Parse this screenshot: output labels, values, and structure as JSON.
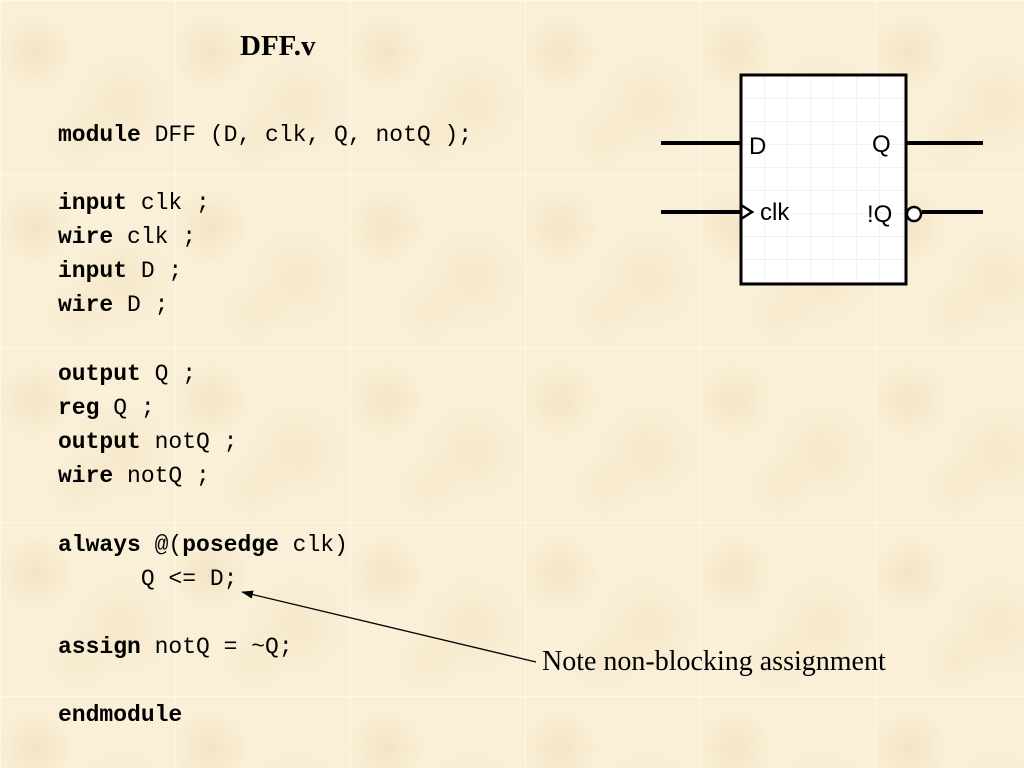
{
  "slide": {
    "title": "DFF.v",
    "note": "Note non-blocking assignment"
  },
  "code": {
    "l1": {
      "kw": "module",
      "rest": " DFF (D, clk, Q, notQ );"
    },
    "l2": {
      "kw": "input",
      "rest": " clk ;"
    },
    "l3": {
      "kw": "wire",
      "rest": " clk ;"
    },
    "l4": {
      "kw": "input",
      "rest": " D ;"
    },
    "l5": {
      "kw": "wire",
      "rest": " D ;"
    },
    "l6": {
      "kw": "output",
      "rest": " Q ;"
    },
    "l7": {
      "kw": "reg",
      "rest": " Q ;"
    },
    "l8": {
      "kw": "output",
      "rest": " notQ ;"
    },
    "l9": {
      "kw": "wire",
      "rest": " notQ ;"
    },
    "l10": {
      "kw": "always",
      "mid": " @(",
      "kw2": "posedge",
      "rest": " clk)"
    },
    "l11": {
      "text": "      Q <= D;"
    },
    "l12": {
      "kw": "assign",
      "rest": " notQ = ~Q;"
    },
    "l13": {
      "kw": "endmodule"
    }
  },
  "diagram": {
    "pin_d": "D",
    "pin_clk": "clk",
    "pin_q": "Q",
    "pin_notq": "!Q"
  }
}
